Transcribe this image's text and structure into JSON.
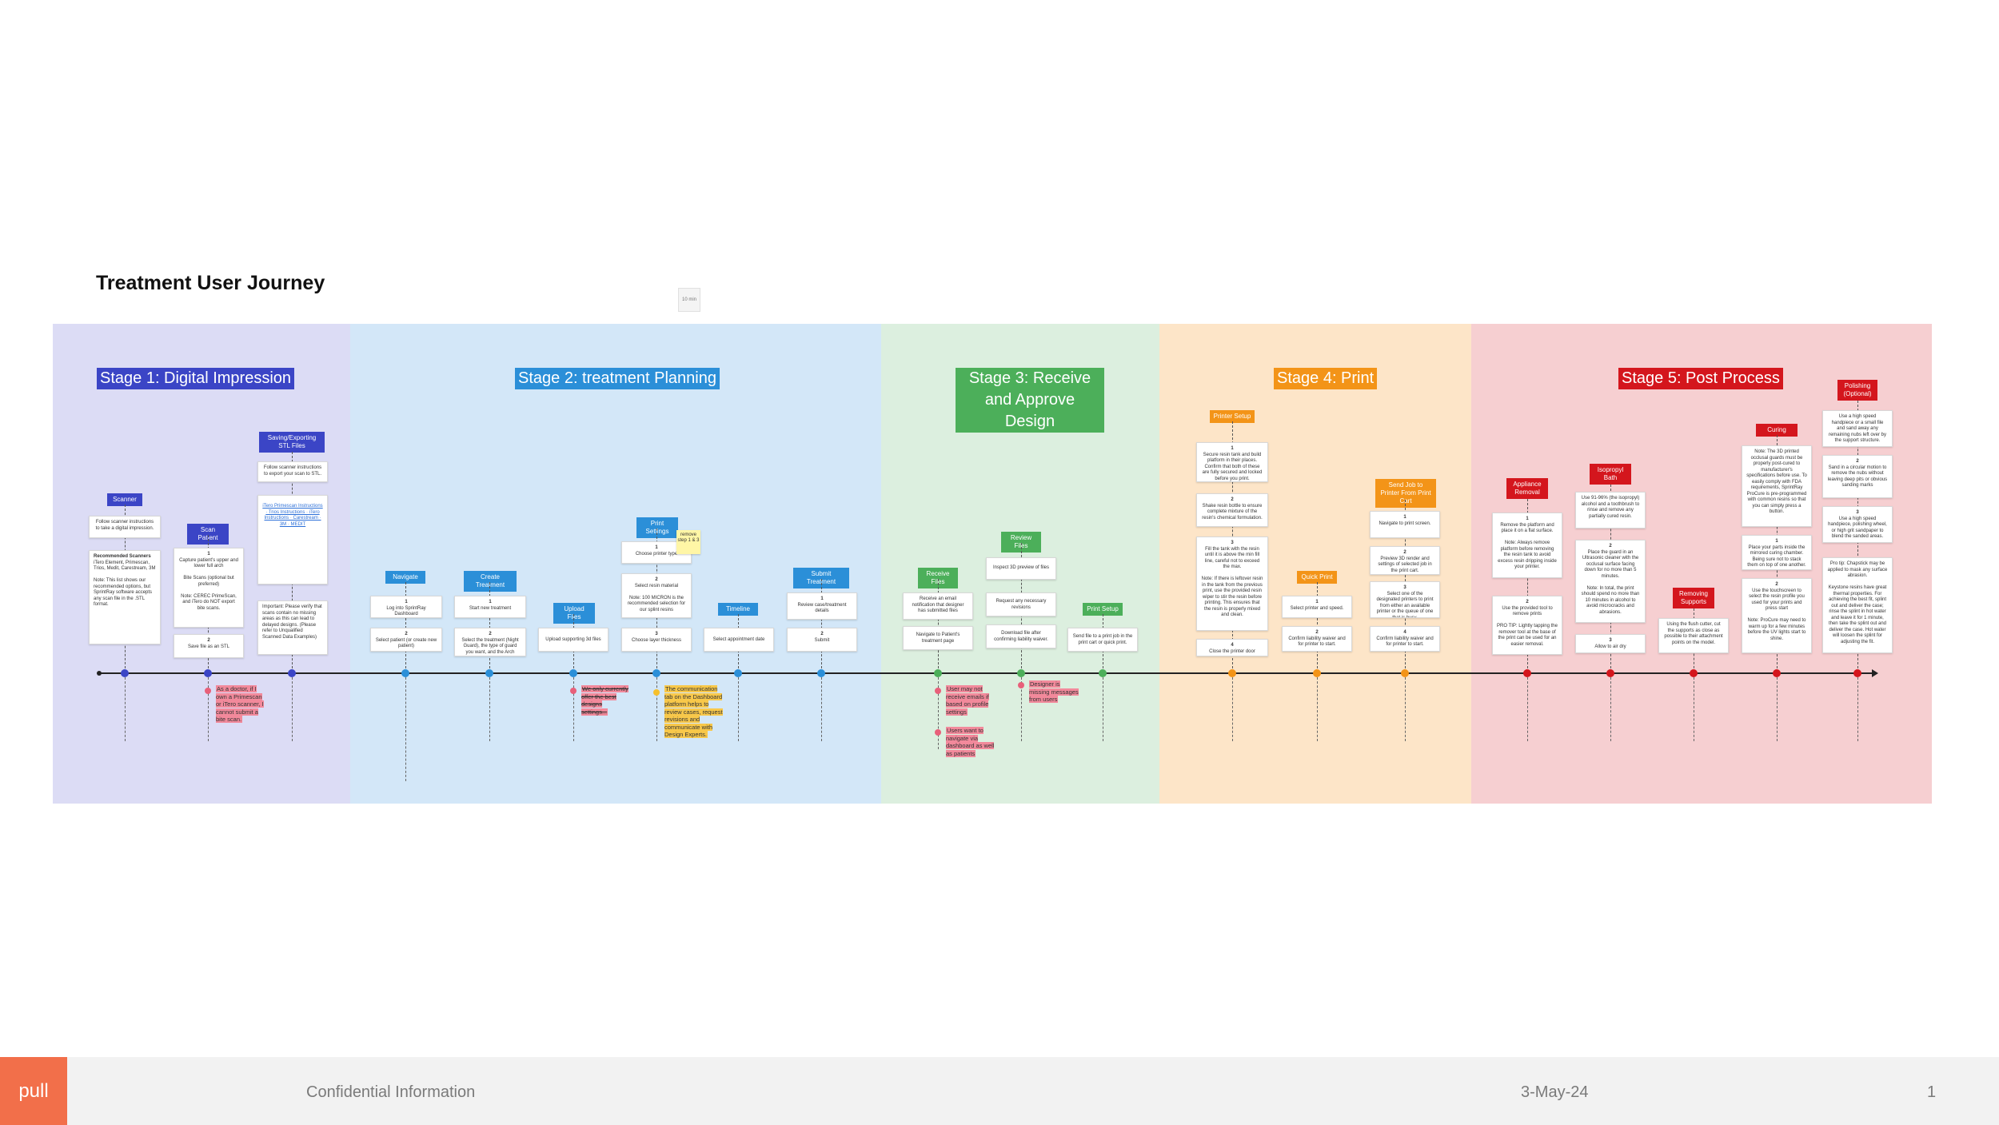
{
  "page": {
    "title": "Treatment User Journey",
    "sticker": "10 min"
  },
  "colors": {
    "stage1_bg": "#dcdcf5",
    "stage2_bg": "#d3e7f8",
    "stage3_bg": "#dcefdf",
    "stage4_bg": "#fde5c8",
    "stage5_bg": "#f6cfd1",
    "stage1": "#3b45c6",
    "stage2": "#2b8fd8",
    "stage3": "#4caf5a",
    "stage4": "#f39418",
    "stage5": "#d4161d",
    "pain": "#e8607a",
    "idea": "#f6c02c"
  },
  "stages": [
    {
      "title": "Stage 1: Digital Impression"
    },
    {
      "title": "Stage 2: treatment Planning"
    },
    {
      "title": "Stage 3: Receive and Approve Design"
    },
    {
      "title": "Stage 4: Print"
    },
    {
      "title": "Stage 5: Post Process"
    }
  ],
  "steps": {
    "scanner": "Scanner",
    "scan_patient": "Scan Patient",
    "saving": "Saving/Exporting STL Files",
    "navigate": "Navigate",
    "create": "Create Treatment",
    "upload": "Upload Files",
    "print_settings": "Print Settings",
    "timeline": "Timeline",
    "submit": "Submit Treatment",
    "receive": "Receive Files",
    "review": "Review Files",
    "print_setup": "Print Setup",
    "printer_setup": "Printer Setup",
    "quick_print": "Quick Print",
    "send_job": "Send Job to Printer From Print Cart",
    "appliance_removal": "Appliance Removal",
    "isopropyl": "Isopropyl Bath",
    "removing_supports": "Removing Supports",
    "curing": "Curing",
    "polishing": "Polishing (Optional)"
  },
  "cards": {
    "scanner_1": "Follow scanner instructions to take a digital impression.",
    "scanner_2_title": "Recommended Scanners",
    "scanner_2_body": "iTero Element, Primescan, Trios, Medit, Carestream, 3M",
    "scanner_2_note": "Note: This list shows our recommended options, but SprintRay software accepts any scan file in the .STL format.",
    "scan_1_n": "1",
    "scan_1": "Capture patient's upper and lower full arch",
    "scan_1b": "Bite Scans (optional but preferred)",
    "scan_1c": "Note: CEREC PrimeScan, and iTero do NOT export bite scans.",
    "scan_2_n": "2",
    "scan_2": "Save file as an STL",
    "save_1": "Follow scanner instructions to export your scan to STL.",
    "save_links": "iTero Primescan Instructions · Trios Instructions · iTero Instructions · Carestream · 3M · MEDIT",
    "save_note": "Important: Please verify that scans contain no missing areas as this can lead to delayed designs. (Please refer to Unqualified Scanned Data Examples)",
    "nav_1_n": "1",
    "nav_1": "Log into SprintRay Dashboard",
    "nav_2_n": "2",
    "nav_2": "Select patient (or create new patient)",
    "create_1_n": "1",
    "create_1": "Start new treatment",
    "create_2_n": "2",
    "create_2": "Select the treatment (Night Guard), the type of guard you want, and the Arch",
    "upload_1": "Upload supporting 3d files",
    "ps_1_n": "1",
    "ps_1": "Choose printer type",
    "ps_2_n": "2",
    "ps_2": "Select resin material",
    "ps_2b": "Note: 100 MICRON is the recommended selection for our splint resins",
    "ps_3_n": "3",
    "ps_3": "Choose layer thickness",
    "tl_1": "Select appointment date",
    "sub_1_n": "1",
    "sub_1": "Review case/treatment details",
    "sub_2_n": "2",
    "sub_2": "Submit",
    "rec_1": "Receive an email notification that designer has submitted files",
    "rec_2": "Navigate to Patient's treatment page",
    "rev_1": "Inspect 3D preview of files",
    "rev_2": "Request any necessary revisions",
    "rev_3": "Download file after confirming liability waiver.",
    "ps3_1": "Send file to a print job in the print cart or quick print.",
    "pr_1_n": "1",
    "pr_1": "Secure resin tank and build platform in their places. Confirm that both of these are fully secured and locked before you print.",
    "pr_2_n": "2",
    "pr_2": "Shake resin bottle to ensure complete mixture of the resin's chemical formulation.",
    "pr_3_n": "3",
    "pr_3": "Fill the tank with the resin until it is above the min fill line, careful not to exceed the max.",
    "pr_3b": "Note: If there is leftover resin in the tank from the previous print, use the provided resin wiper to stir the resin before printing. This ensures that the resin is properly mixed and clean.",
    "pr_4_n": "4",
    "pr_4": "Close the printer door",
    "qp_1_n": "1",
    "qp_1": "Select printer and speed.",
    "qp_2_n": "2",
    "qp_2": "Confirm liability waiver and for printer to start.",
    "sj_1_n": "1",
    "sj_1": "Navigate to print screen.",
    "sj_2_n": "2",
    "sj_2": "Preview 3D render and settings of selected job in the print cart.",
    "sj_3_n": "3",
    "sj_3": "Select one of the designated printers to print from either an available printer or the queue of one that is busy.",
    "sj_4_n": "4",
    "sj_4": "Confirm liability waiver and for printer to start.",
    "ar_1_n": "1",
    "ar_1": "Remove the platform and place it on a flat surface.",
    "ar_1b": "Note: Always remove platform before removing the resin tank to avoid excess resin dripping inside your printer.",
    "ar_2_n": "2",
    "ar_2": "Use the provided tool to remove prints",
    "ar_2b": "PRO TIP: Lightly tapping the remover tool at the base of the print can be used for an easier removal.",
    "ib_1": "Use 91-96% (the isopropyl) alcohol and a toothbrush to rinse and remove any partially cured resin.",
    "ib_2_n": "2",
    "ib_2": "Place the guard in an Ultrasonic cleaner with the occlusal surface facing down for no more than 5 minutes.",
    "ib_2b": "Note: In total, the print should spend no more than 10 minutes in alcohol to avoid microcracks and abrasions.",
    "ib_3_n": "3",
    "ib_3": "Allow to air dry",
    "rs_1": "Using the flush cutter, cut the supports as close as possible to their attachment points on the model.",
    "cu_1": "Note: The 3D printed occlusal guards must be properly post-cured to manufacturer's specifications before use. To easily comply with FDA requirements, SprintRay ProCure is pre-programmed with common resins so that you can simply press a button.",
    "cu_2_n": "1",
    "cu_2": "Place your parts inside the mirrored curing chamber. Being sure not to stack them on top of one another.",
    "cu_3_n": "2",
    "cu_3": "Use the touchscreen to select the resin profile you used for your prints and press start",
    "cu_3b": "Note: ProCure may need to warm up for a few minutes before the UV lights start to shine.",
    "po_1": "Use a high speed handpiece or a small file and sand away any remaining nubs left over by the support structure.",
    "po_2_n": "2",
    "po_2": "Sand in a circular motion to remove the nubs without leaving deep pits or obvious sanding marks",
    "po_3_n": "3",
    "po_3": "Use a high speed handpiece, polishing wheel, or high grit sandpaper to blend the sanded areas.",
    "po_4": "Pro tip: Chapstick may be applied to mask any surface abrasion.",
    "po_5": "Keystone resins have great thermal properties. For achieving the best fit, splint out and deliver the case; rinse the splint in hot water and leave it for 1 minute, then take the splint out and deliver the case. Hot water will loosen the splint for adjusting the fit."
  },
  "notes": {
    "scan_pain": "As a doctor, if I own a Primescan or iTero scanner, I cannot submit a bite scan.",
    "upload_pain": "We only currently offer the best designs settings...",
    "ps_idea": "The communication tab on the Dashboard platform helps to review cases, request revisions and communicate with Design Experts.",
    "rec_pain1": "User may not receive emails if based on profile settings",
    "rec_pain2": "Users want to navigate via dashboard as well as patients",
    "rev_pain": "Designer is missing messages from users",
    "yellow_note": "remove step 1 & 3"
  },
  "footer": {
    "logo": "pull",
    "confidential": "Confidential Information",
    "date": "3-May-24",
    "page": "1"
  }
}
